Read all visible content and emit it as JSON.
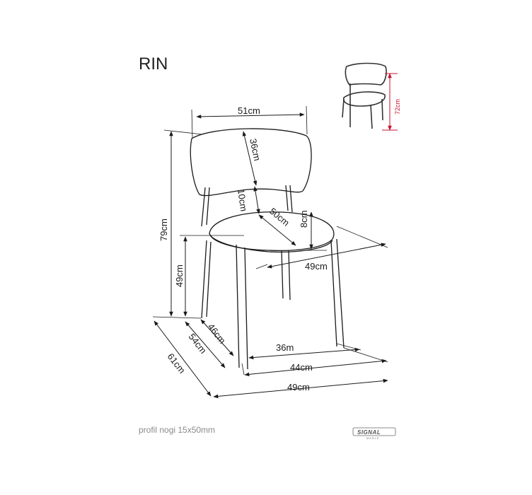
{
  "title": "RIN",
  "dimensions": {
    "back_width": "51cm",
    "back_height": "36cm",
    "gap": "10cm",
    "seat_diagonal": "50cm",
    "seat_thickness": "8cm",
    "seat_width": "49cm",
    "total_height": "79cm",
    "seat_height": "49cm",
    "seat_depth": "46cm",
    "depth_54": "54cm",
    "depth_61": "61cm",
    "front_legs_width": "36m",
    "base_width_44": "44cm",
    "base_width_49": "49cm"
  },
  "thumbnail": {
    "height_label": "72cm"
  },
  "footer": {
    "leg_profile": "profil nogi 15x50mm",
    "brand": "SIGNAL",
    "brand_sub": "MEBLE"
  },
  "colors": {
    "line": "#1a1a1a",
    "accent": "#c8102e",
    "muted": "#8a8a8a"
  }
}
